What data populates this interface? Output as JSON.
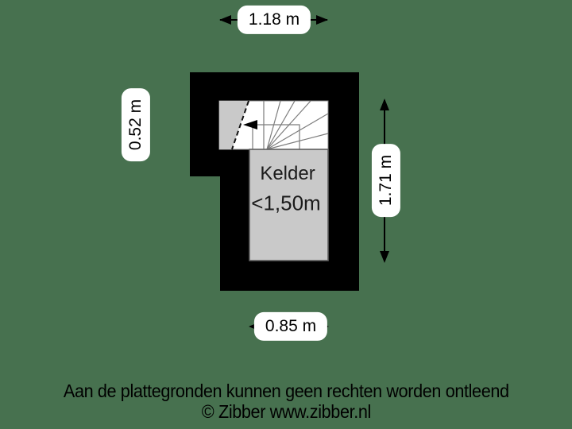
{
  "page": {
    "background_color": "#47714F"
  },
  "floorplan": {
    "room": {
      "name": "Kelder",
      "height_note": "<1,50m"
    },
    "dimensions": {
      "top": "1.18 m",
      "left": "0.52 m",
      "right": "1.71 m",
      "bottom": "0.85 m"
    },
    "colors": {
      "wall": "#000000",
      "stairs_floor": "#ffffff",
      "room_floor": "#c9c9c9",
      "stair_tread_line": "#7c7c7c",
      "dashed_line": "#111111"
    }
  },
  "footer": {
    "disclaimer": "Aan de plattegronden kunnen geen rechten worden ontleend",
    "copyright": "© Zibber www.zibber.nl"
  }
}
